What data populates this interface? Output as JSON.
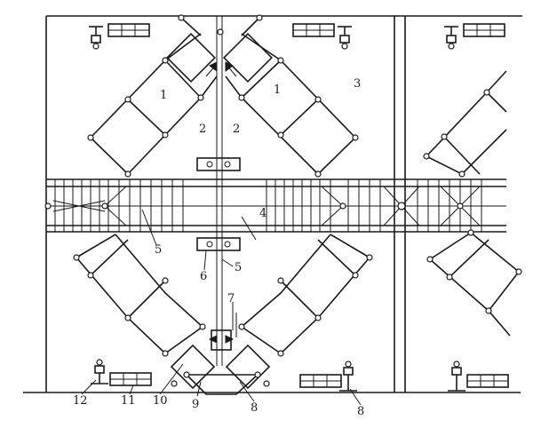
{
  "labels": {
    "one_left": "1",
    "one_right": "1",
    "two_left": "2",
    "two_right": "2",
    "three": "3",
    "four": "4",
    "five_left": "5",
    "five_center": "5",
    "six": "6",
    "seven": "7",
    "eight_center": "8",
    "eight_right": "8",
    "nine": "9",
    "ten": "10",
    "eleven": "11",
    "twelve": "12"
  }
}
